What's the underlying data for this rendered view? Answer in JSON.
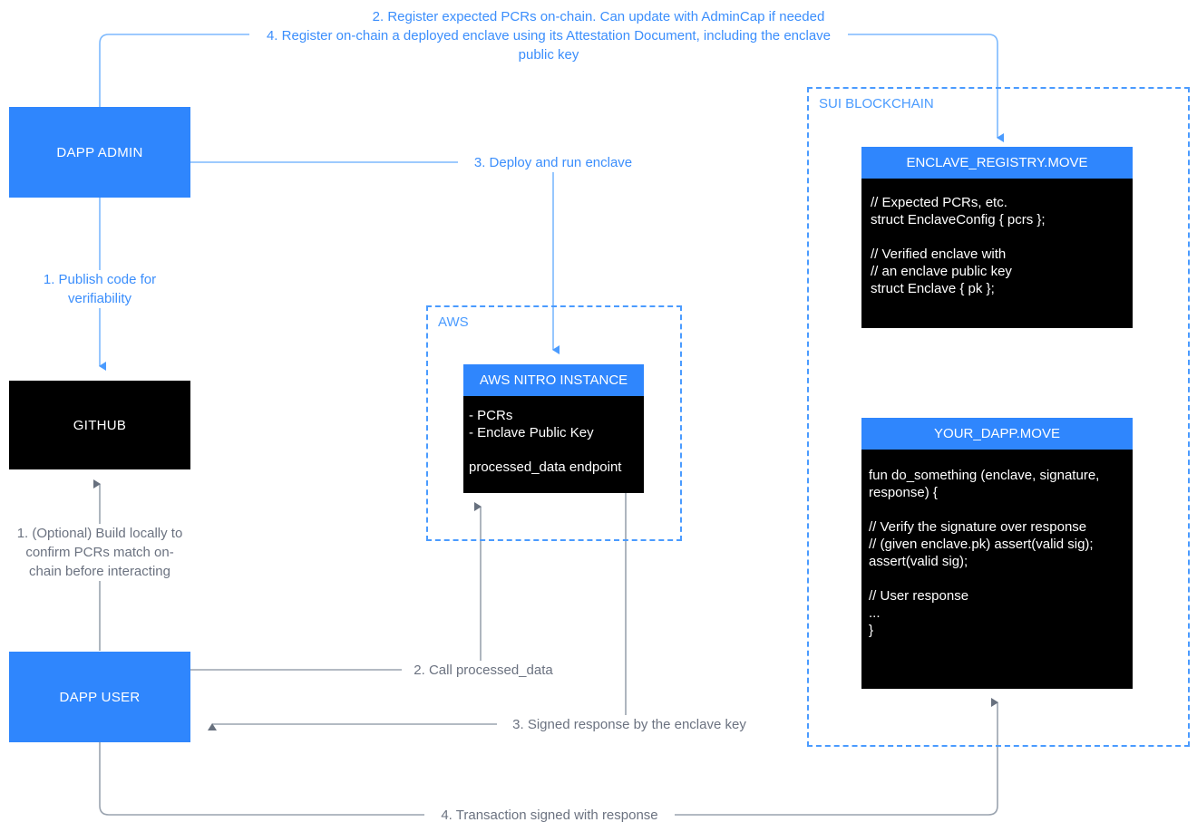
{
  "colors": {
    "blue": "#2f86fd",
    "blue_line": "#7db9fd",
    "blue_text": "#3b8efc",
    "dash_blue": "#4a9bff",
    "black": "#000000",
    "gray_line": "#9aa3af",
    "gray_text": "#6b7280",
    "white": "#ffffff"
  },
  "nodes": {
    "dapp_admin": {
      "label": "DAPP ADMIN"
    },
    "github": {
      "label": "GITHUB"
    },
    "dapp_user": {
      "label": "DAPP USER"
    },
    "aws_nitro": {
      "title": "AWS NITRO INSTANCE",
      "body": "- PCRs\n- Enclave Public Key\n\nprocessed_data endpoint"
    },
    "enclave_registry": {
      "title": "ENCLAVE_REGISTRY.MOVE",
      "body": "// Expected PCRs, etc.\nstruct EnclaveConfig { pcrs };\n\n// Verified enclave with\n// an enclave public key\nstruct Enclave { pk };"
    },
    "your_dapp": {
      "title": "YOUR_DAPP.MOVE",
      "body": "fun do_something (enclave, signature,\nresponse) {\n\n// Verify the signature over response\n// (given enclave.pk) assert(valid sig);\nassert(valid sig);\n\n// User response\n...\n}"
    }
  },
  "groups": {
    "aws": {
      "label": "AWS"
    },
    "sui": {
      "label": "SUI BLOCKCHAIN"
    }
  },
  "edge_labels": {
    "register_pcrs": "2. Register expected PCRs on-chain. Can update with AdminCap if needed",
    "register_enclave": "4. Register on-chain a deployed enclave using its Attestation Document, including the enclave public key",
    "publish_code": "1. Publish code for verifiability",
    "deploy_run": "3. Deploy and run enclave",
    "build_locally": "1. (Optional) Build locally to confirm PCRs match on-chain before interacting",
    "call_processed": "2. Call processed_data",
    "signed_response": "3. Signed response by the enclave key",
    "transaction_signed": "4. Transaction signed with response"
  }
}
